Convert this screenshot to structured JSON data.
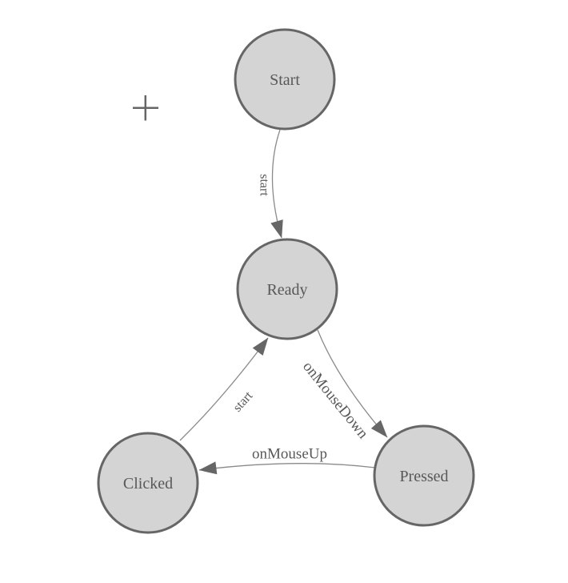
{
  "palette": {
    "background": "#ffffff",
    "node_fill": "#d4d4d4",
    "node_stroke": "#666666",
    "edge_stroke": "#8a8a8a",
    "arrow_fill": "#666666",
    "label_color": "#585858"
  },
  "icons": {
    "plus": "+"
  },
  "diagram": {
    "type": "state-machine",
    "nodes": [
      {
        "id": "start",
        "label": "Start"
      },
      {
        "id": "ready",
        "label": "Ready"
      },
      {
        "id": "clicked",
        "label": "Clicked"
      },
      {
        "id": "pressed",
        "label": "Pressed"
      }
    ],
    "edges": [
      {
        "from": "start",
        "to": "ready",
        "label": "start"
      },
      {
        "from": "clicked",
        "to": "ready",
        "label": "start"
      },
      {
        "from": "ready",
        "to": "pressed",
        "label": "onMouseDown"
      },
      {
        "from": "pressed",
        "to": "clicked",
        "label": "onMouseUp"
      }
    ]
  }
}
